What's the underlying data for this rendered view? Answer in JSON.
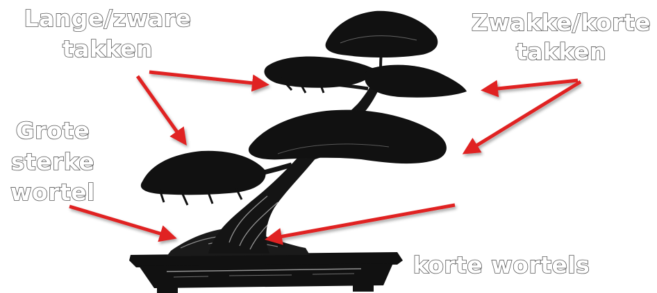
{
  "labels": {
    "long_branches": [
      "Lange/zware",
      "takken"
    ],
    "weak_branches": [
      "Zwakke/korte",
      "takken"
    ],
    "big_root": [
      "Grote",
      "sterke",
      "wortel"
    ],
    "short_roots": "korte wortels"
  },
  "colors": {
    "arrow": "#e02020",
    "tree": "#111111",
    "label_fill": "#ffffff",
    "label_outline": "#555555"
  }
}
